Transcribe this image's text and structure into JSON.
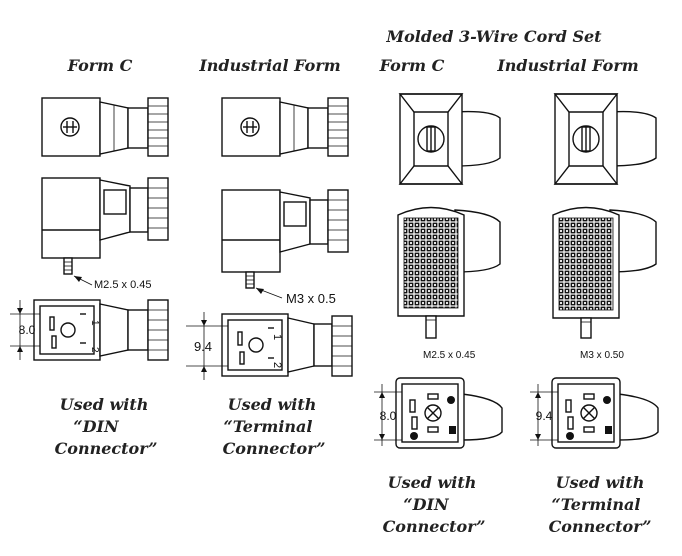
{
  "header": {
    "molded_title": "Molded 3-Wire Cord Set",
    "col1_title": "Form C",
    "col2_title": "Industrial Form",
    "col3_title": "Form C",
    "col4_title": "Industrial Form"
  },
  "dimensions": {
    "col1_thread": "M2.5 x 0.45",
    "col2_thread": "M3 x 0.5",
    "col3_thread": "M2.5 x 0.45",
    "col4_thread": "M3 x 0.50",
    "col1_height": "8.0",
    "col2_height": "9.4",
    "col3_height": "8.0",
    "col4_height": "9.4"
  },
  "pins": {
    "pin1": "1",
    "pin2": "2"
  },
  "captions": {
    "col1": {
      "line1": "Used with",
      "line2": "“DIN",
      "line3": "Connector”"
    },
    "col2": {
      "line1": "Used with",
      "line2": "“Terminal",
      "line3": "Connector”"
    },
    "col3": {
      "line1": "Used with",
      "line2": "“DIN",
      "line3": "Connector”"
    },
    "col4": {
      "line1": "Used with",
      "line2": "“Terminal",
      "line3": "Connector”"
    }
  }
}
